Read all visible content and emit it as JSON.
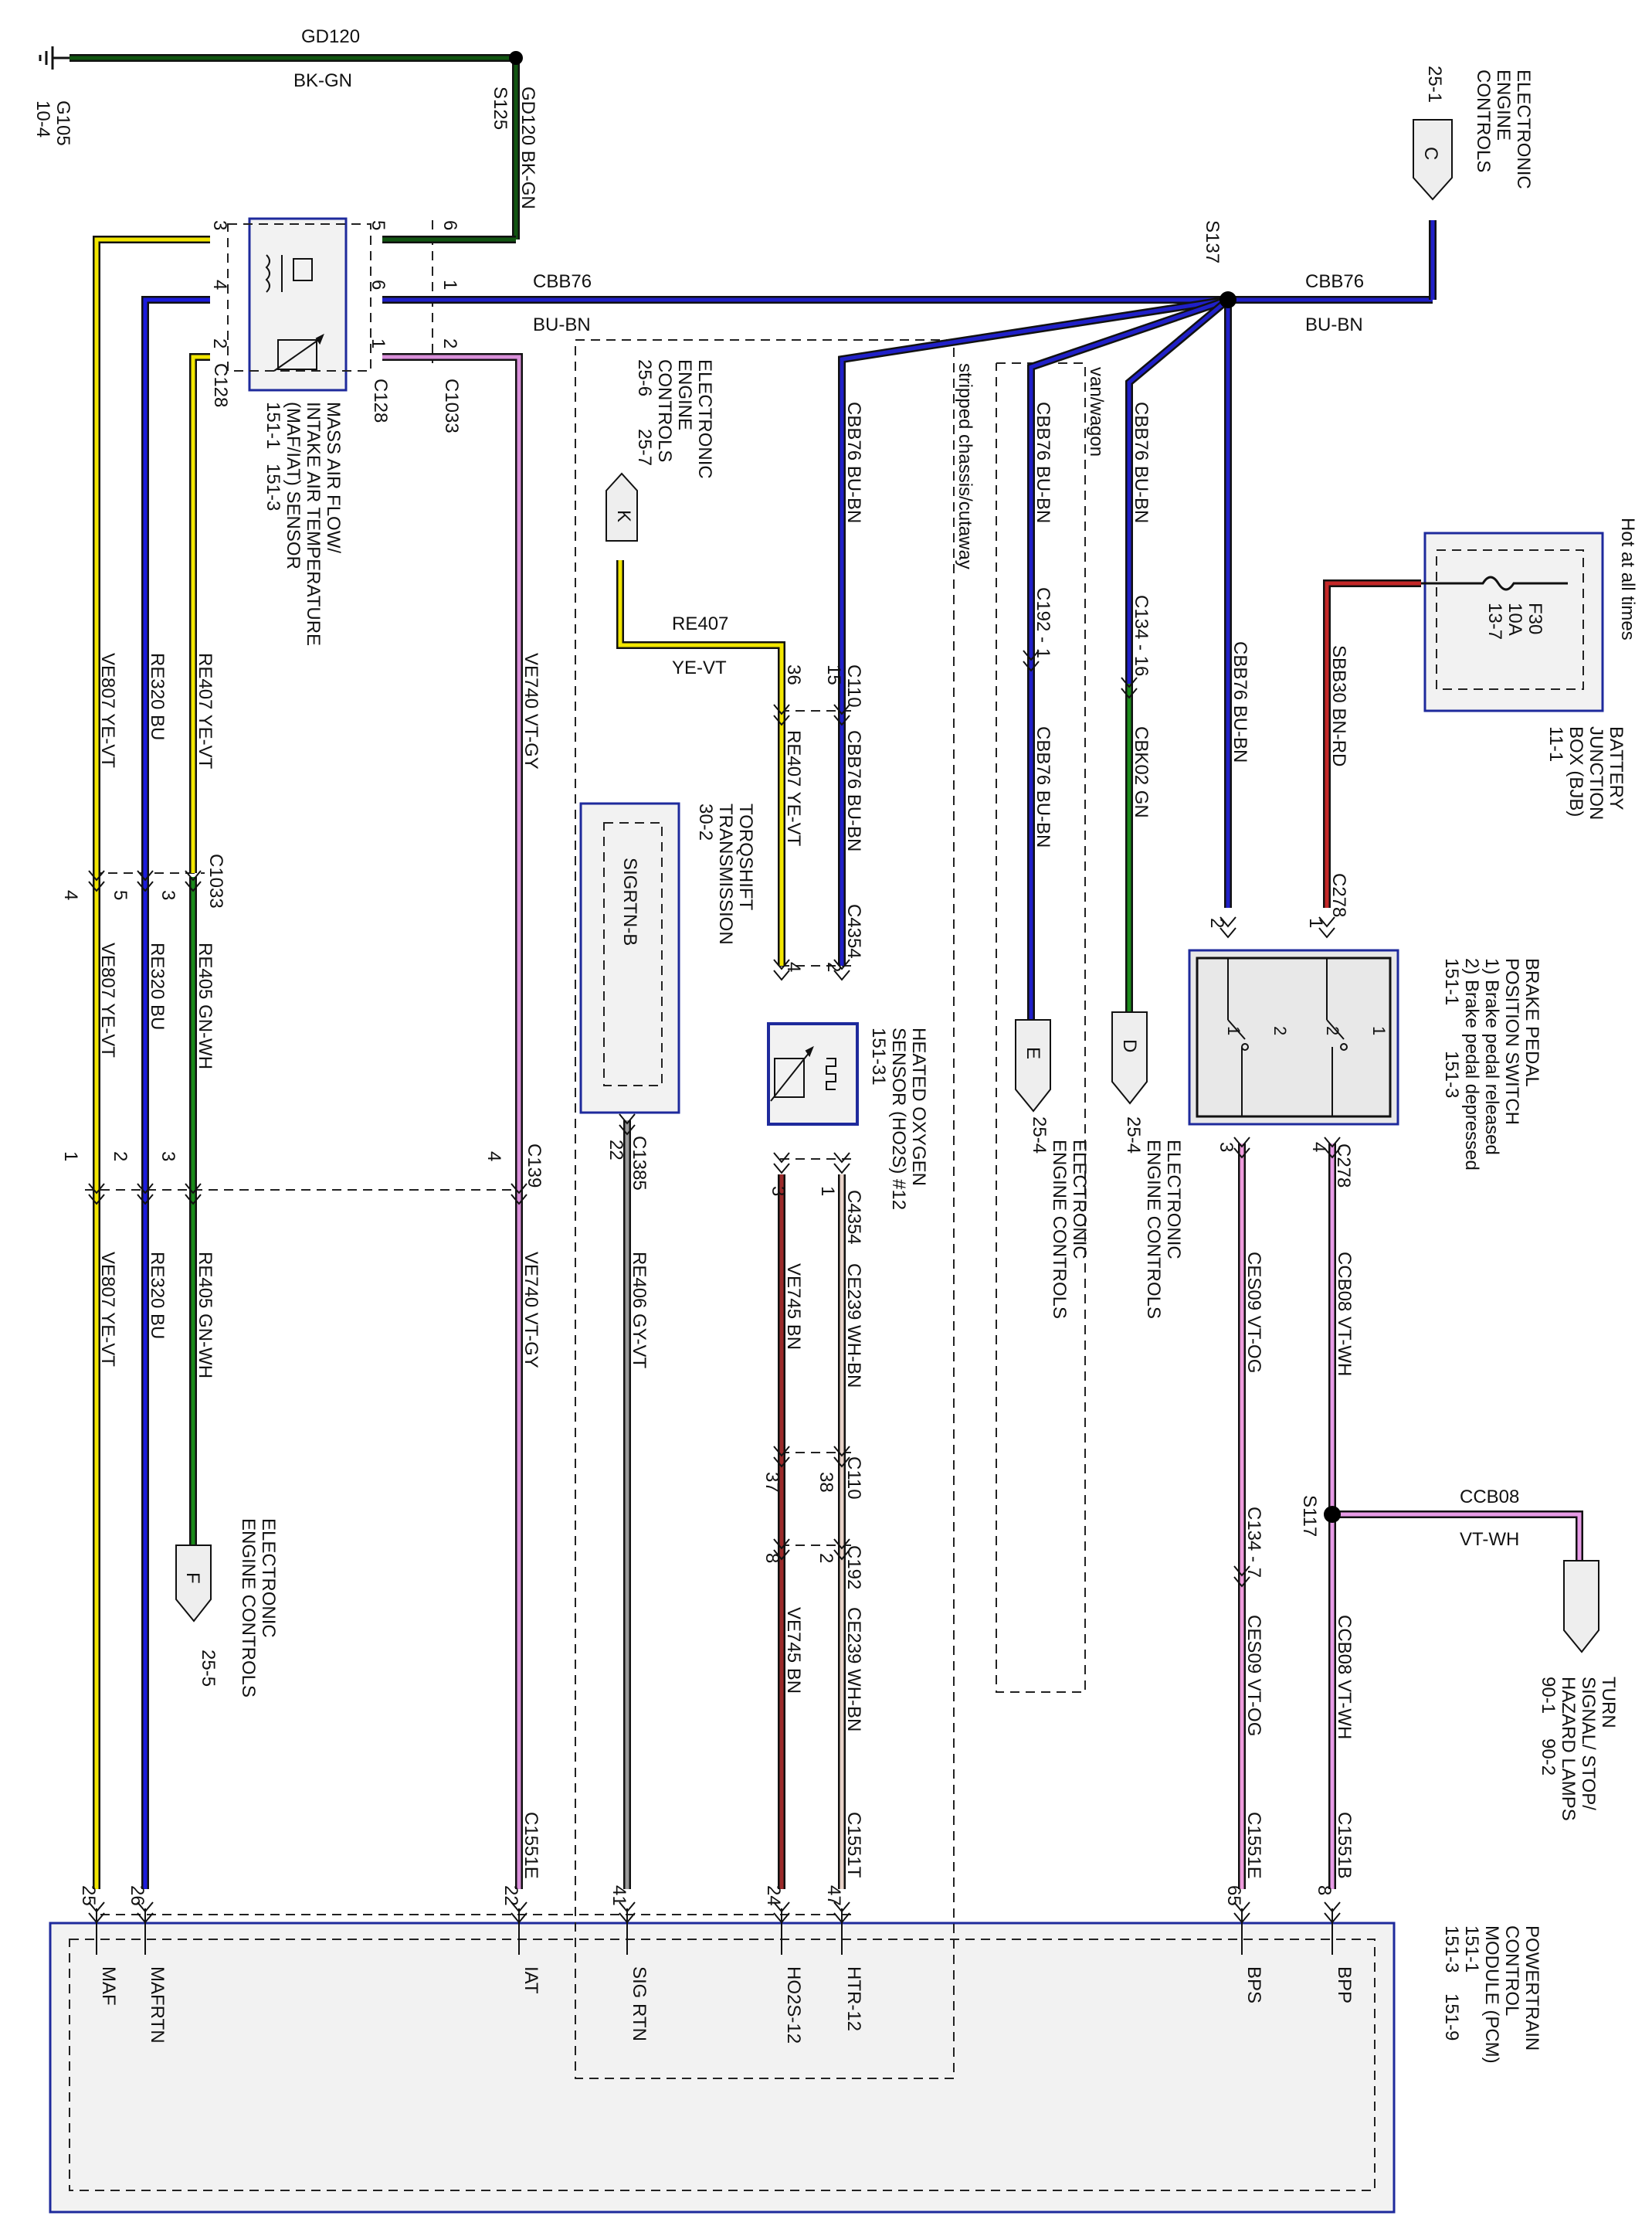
{
  "colors": {
    "YE-VT": "#f2e600",
    "BU": "#1b1bdc",
    "GN-WH": "#1a8a1a",
    "VT-GY": "#d98fd9",
    "GY-VT": "#9a9a9a",
    "BN": "#9b2a2a",
    "WH-BN": "#e8d2c8",
    "VT-OG": "#ee9bdc",
    "VT-WH": "#e79be6",
    "BK-GN": "#115511",
    "BU-BN": "#2020c8",
    "GN": "#1c8c1c",
    "BN-RD": "#c42828",
    "module_border": "#1e2a9c"
  },
  "ground": {
    "id": "G105",
    "page": "10-4"
  },
  "splices": {
    "s125": "S125",
    "s137": "S137",
    "s117": "S117"
  },
  "top_wire": {
    "circuit": "GD120",
    "color": "BK-GN"
  },
  "wires": {
    "gd120_v": "GD120 BK-GN",
    "cbb76_left": "CBB76",
    "bubn_left": "BU-BN",
    "cbb76_right": "CBB76",
    "bubn_right": "BU-BN",
    "maf_left": "VE807   YE-VT",
    "mafrtn_left": "RE320   BU",
    "re407_left": "RE407   YE-VT",
    "ve740_top": "VE740   VT-GY",
    "maf_mid": "VE807   YE-VT",
    "mafrtn_mid": "RE320   BU",
    "re405_mid": "RE405   GN-WH",
    "maf_low": "VE807   YE-VT",
    "mafrtn_low": "RE320   BU",
    "re405_low": "RE405   GN-WH",
    "ve740_low": "VE740   VT-GY",
    "re407_k_circuit": "RE407",
    "re407_k_color": "YE-VT",
    "cbb76_a": "CBB76   BU-BN",
    "re407_b": "RE407   YE-VT",
    "cbb76_b": "CBB76   BU-BN",
    "cbb76_c": "CBB76   BU-BN",
    "cbb76_d": "CBB76   BU-BN",
    "cbb76_e": "CBB76   BU-BN",
    "cbk02": "CBK02   GN",
    "cbb76_f": "CBB76   BU-BN",
    "sbb30": "SBB30   BN-RD",
    "re406": "RE406   GY-VT",
    "ve745_a": "VE745   BN",
    "ce239_a": "CE239   WH-BN",
    "ve745_b": "VE745   BN",
    "ce239_b": "CE239   WH-BN",
    "ces09_a": "CES09   VT-OG",
    "ccb08_a": "CCB08   VT-WH",
    "ces09_b": "CES09   VT-OG",
    "ccb08_b": "CCB08   VT-WH",
    "ccb08_branch_circuit": "CCB08",
    "ccb08_branch_color": "VT-WH"
  },
  "connectors": {
    "c128a": "C128",
    "c128b": "C128",
    "c1033a": "C1033",
    "c1033b": "C1033",
    "c139": "C139",
    "c110a": "C110",
    "c4354a": "C4354",
    "c4354b": "C4354",
    "c110b": "C110",
    "c192": "C192",
    "c1551t": "C1551T",
    "c1551e_a": "C1551E",
    "c1551e_b": "C1551E",
    "c1551b": "C1551B",
    "c1385": "C1385",
    "c192_1": "C192 - 1",
    "c134_16": "C134 - 16",
    "c134_7": "C134 - 7",
    "c278a": "C278",
    "c278b": "C278"
  },
  "maf_sensor": {
    "l1": "MASS AIR FLOW/",
    "l2": "INTAKE AIR TEMPERATURE",
    "l3": "(MAF/IAT) SENSOR",
    "l4": "151-1",
    "l5": "151-3"
  },
  "ho2s": {
    "l1": "HEATED OXYGEN",
    "l2": "SENSOR (HO2S) #12",
    "l3": "151-31"
  },
  "torqshift": {
    "l1": "TORQSHIFT",
    "l2": "TRANSMISSION",
    "l3": "30-2",
    "pin": "SIGRTN-B"
  },
  "brake_switch": {
    "l1": "BRAKE PEDAL",
    "l2": "POSITION SWITCH",
    "l3": "1) Brake pedal released",
    "l4": "2) Brake pedal depressed",
    "l5": "151-1",
    "l6": "151-3"
  },
  "bjb": {
    "l1": "BATTERY",
    "l2": "JUNCTION",
    "l3": "BOX (BJB)",
    "l4": "11-1",
    "hot": "Hot at all times",
    "fuse": "F30",
    "amps": "10A",
    "page": "13-7"
  },
  "pcm": {
    "l1": "POWERTRAIN",
    "l2": "CONTROL",
    "l3": "MODULE (PCM)",
    "l4": "151-1",
    "l5": "151-3",
    "l6": "151-9",
    "pins": [
      "MAF",
      "MAFRTN",
      "IAT",
      "SIG RTN",
      "HO2S-12",
      "HTR-12",
      "BPS",
      "BPP"
    ]
  },
  "pcm_pin_numbers": [
    "25",
    "26",
    "22",
    "41",
    "24",
    "47",
    "65",
    "8"
  ],
  "offpage": {
    "c": {
      "letter": "C",
      "t1": "ELECTRONIC",
      "t2": "ENGINE",
      "t3": "CONTROLS",
      "page": "25-1"
    },
    "k": {
      "letter": "K",
      "t1": "ELECTRONIC",
      "t2": "ENGINE",
      "t3": "CONTROLS",
      "p1": "25-6",
      "p2": "25-7"
    },
    "e": {
      "letter": "E",
      "t1": "ELECTRONIC",
      "t2": "ENGINE CONTROLS",
      "page": "25-4"
    },
    "d": {
      "letter": "D",
      "t1": "ELECTRONIC",
      "t2": "ENGINE CONTROLS",
      "page": "25-4"
    },
    "f": {
      "letter": "F",
      "t1": "ELECTRONIC",
      "t2": "ENGINE CONTROLS",
      "page": "25-5"
    },
    "turn": {
      "t1": "TURN",
      "t2": "SIGNAL/ STOP/",
      "t3": "HAZARD LAMPS",
      "p1": "90-1",
      "p2": "90-2"
    }
  },
  "notes": {
    "stripped": "stripped chassis/cutaway",
    "van": "van/wagon"
  },
  "pins": {
    "maf_3": "3",
    "maf_4": "4",
    "maf_2": "2",
    "maf_5": "5",
    "maf_6": "6",
    "maf_1": "1",
    "c1033_6": "6",
    "c1033_1": "1",
    "c1033_2": "2",
    "c1033b_4": "4",
    "c1033b_5": "5",
    "c1033b_3": "3",
    "c139_1": "1",
    "c139_2": "2",
    "c139_3": "3",
    "c139_4": "4",
    "c110_36": "36",
    "c110_15": "15",
    "c4354_4": "4",
    "c4354_2": "2",
    "c4354_3": "3",
    "c4354_1": "1",
    "c110_37": "37",
    "c110_38": "38",
    "c192_8": "8",
    "c192_2": "2",
    "c278_1": "1",
    "c278_2": "2",
    "c278_3": "3",
    "c278_4": "4",
    "sw_1a": "1",
    "sw_2a": "2",
    "sw_2b": "2",
    "sw_1b": "1",
    "c1385_22": "22"
  }
}
